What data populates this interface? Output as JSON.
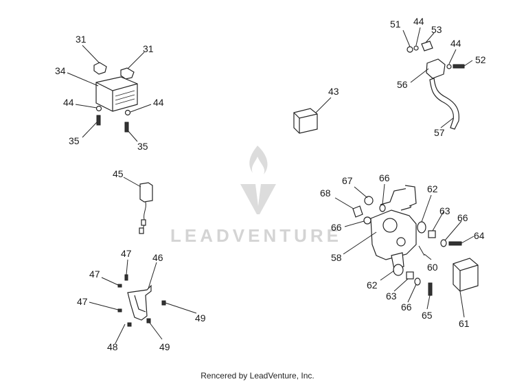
{
  "watermark": {
    "text": "LEADVENTURE",
    "icon": "flame-v-logo-icon",
    "color": "#d6d6d6"
  },
  "footer": {
    "credit": "Rencered by LeadVenture, Inc."
  },
  "callouts": {
    "c31a": "31",
    "c31b": "31",
    "c34": "34",
    "c44a": "44",
    "c44b": "44",
    "c35a": "35",
    "c35b": "35",
    "c51": "51",
    "c44c": "44",
    "c53": "53",
    "c44d": "44",
    "c52": "52",
    "c56": "56",
    "c57": "57",
    "c43": "43",
    "c45": "45",
    "c67": "67",
    "c66a": "66",
    "c68": "68",
    "c66b": "66",
    "c62a": "62",
    "c63a": "63",
    "c66c": "66",
    "c64": "64",
    "c58": "58",
    "c60": "60",
    "c62b": "62",
    "c63b": "63",
    "c66d": "66",
    "c65": "65",
    "c61": "61",
    "c47a": "47",
    "c46": "46",
    "c47b": "47",
    "c47c": "47",
    "c49a": "49",
    "c48": "48",
    "c49b": "49"
  }
}
